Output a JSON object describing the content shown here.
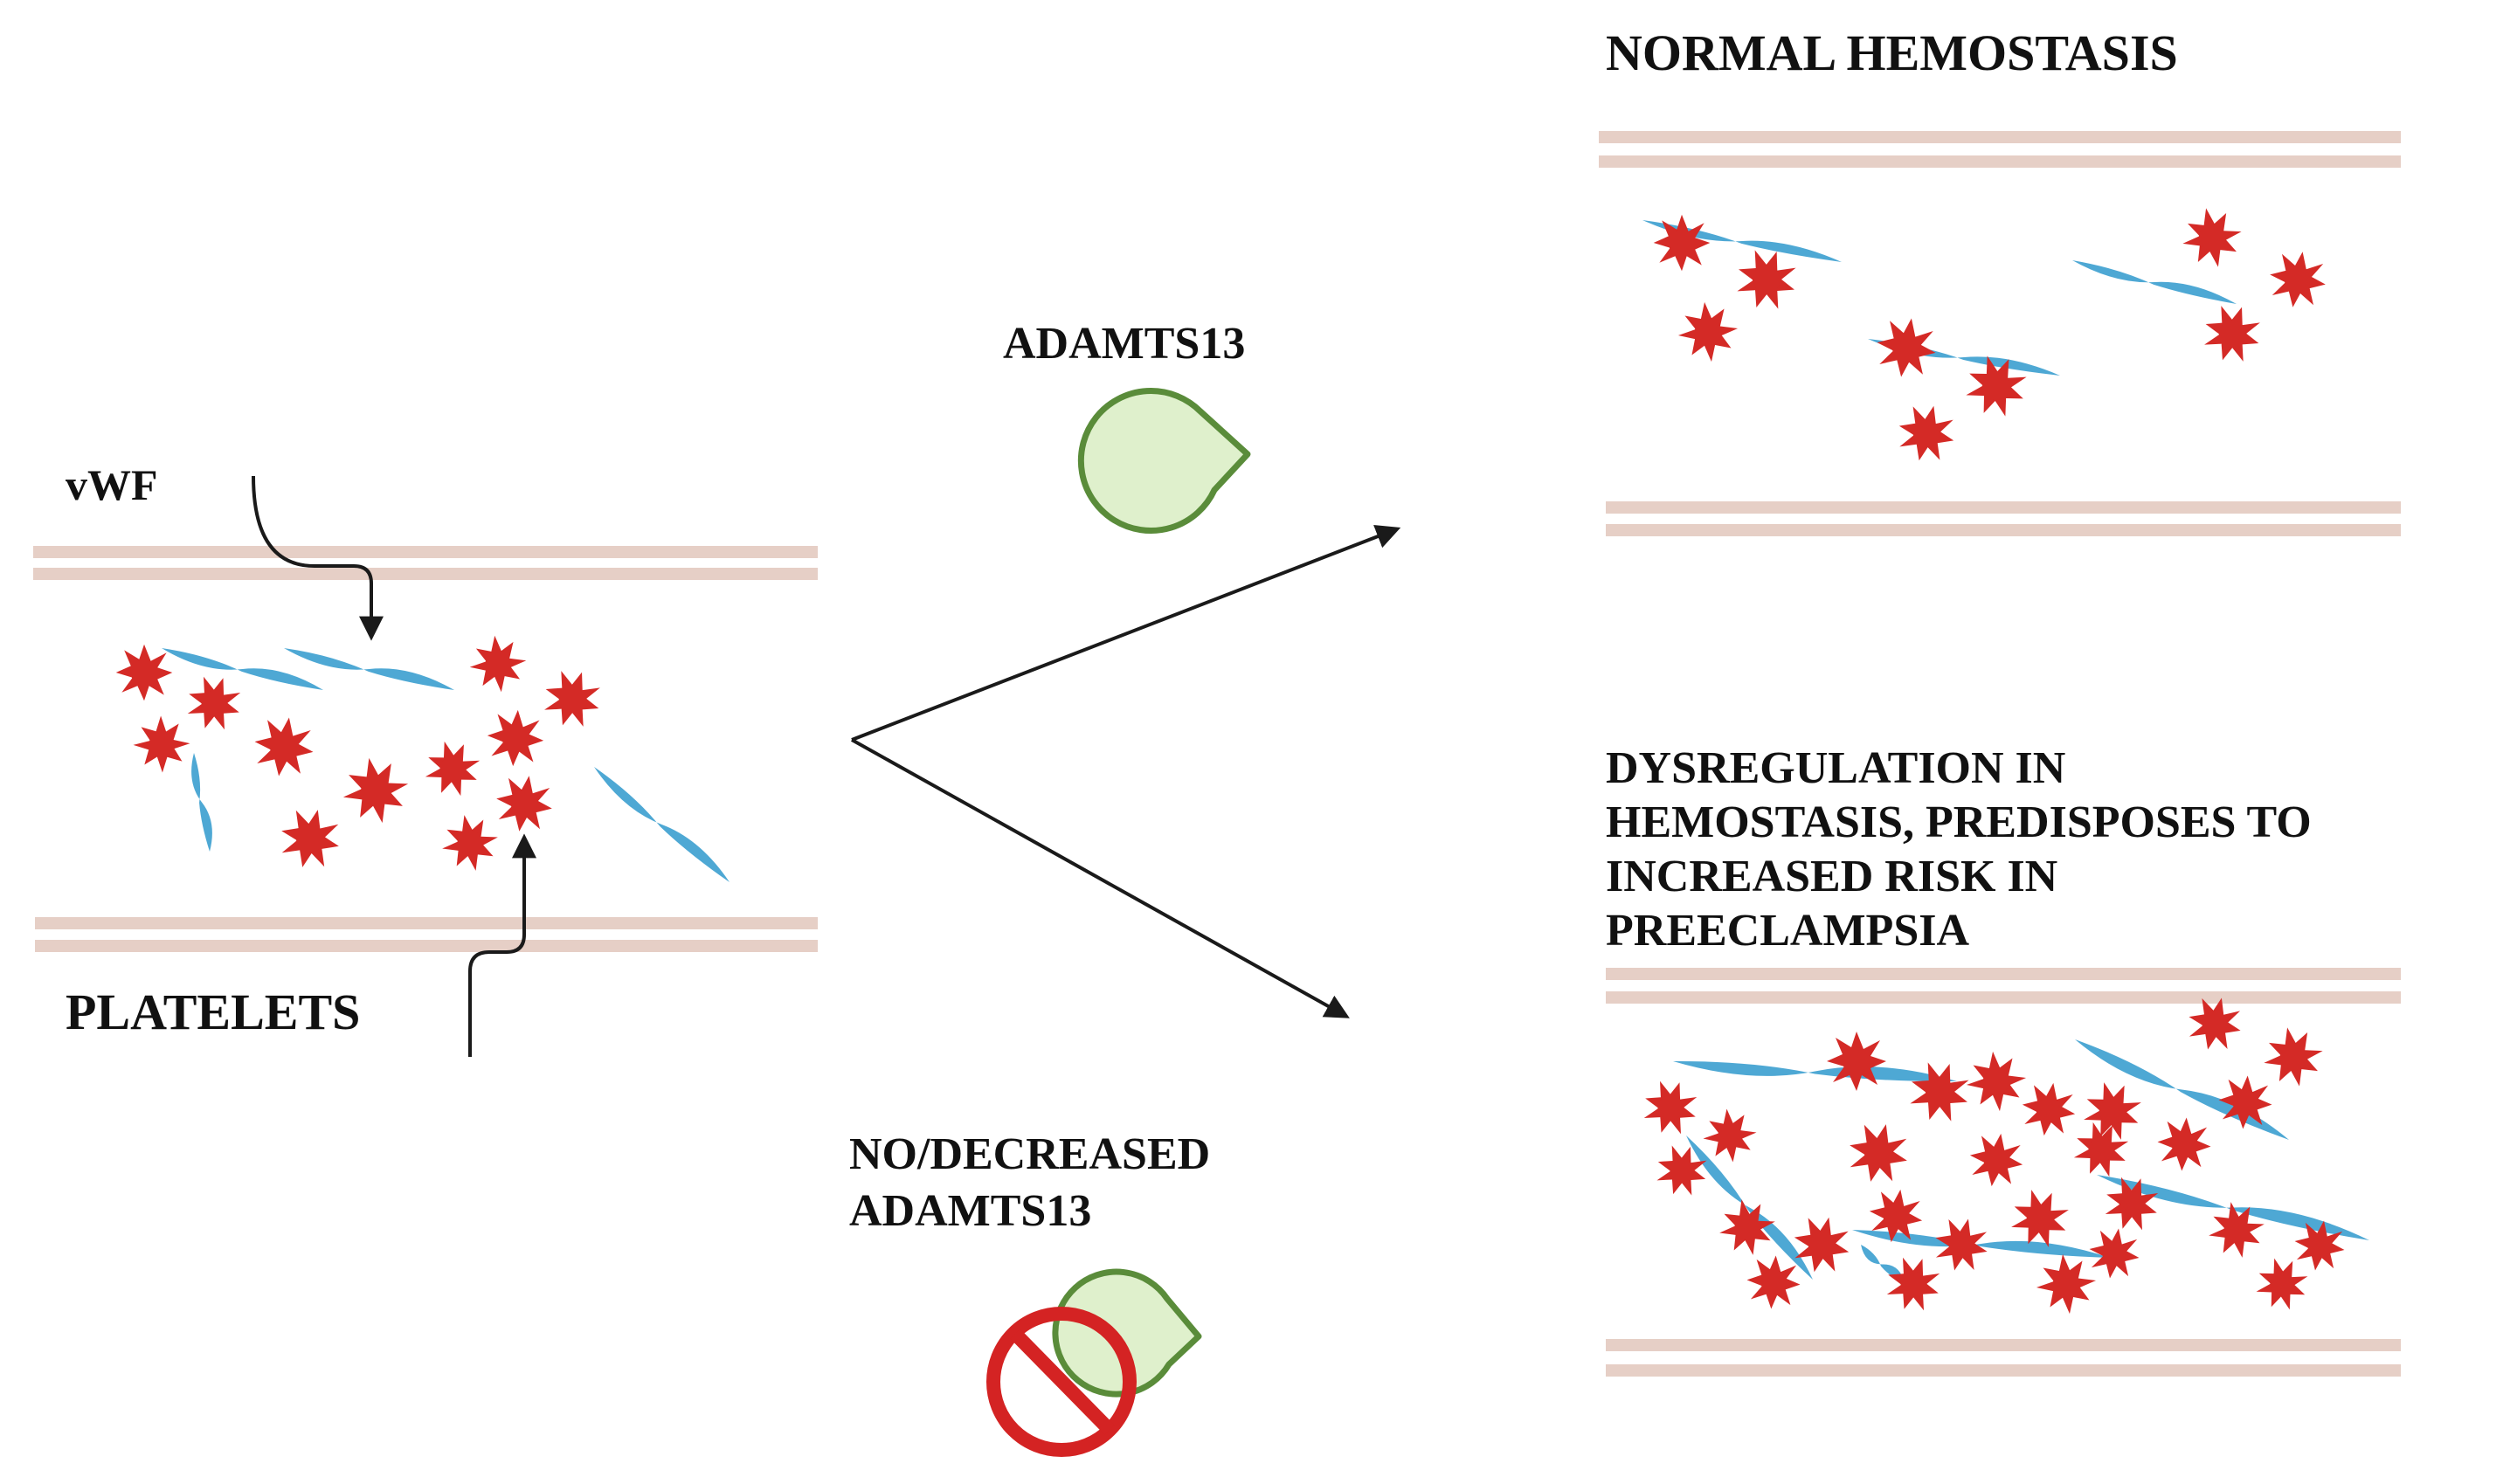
{
  "labels": {
    "vwf": "vWF",
    "platelets": "PLATELETS",
    "adamts13": "ADAMTS13",
    "no_decreased_line1": "NO/DECREASED",
    "no_decreased_line2": "ADAMTS13",
    "normal_title": "NORMAL HEMOSTASIS",
    "dysreg_line1": "DYSREGULATION IN",
    "dysreg_line2": "HEMOSTASIS, PREDISPOSES TO",
    "dysreg_line3": "INCREASED RISK IN",
    "dysreg_line4": "PREECLAMPSIA"
  },
  "colors": {
    "vessel_wall": "#e6cfc6",
    "platelet": "#d42a26",
    "vwf_strand": "#4ea8d4",
    "enzyme_fill": "#dff0cc",
    "enzyme_stroke": "#5a8c3a",
    "inhibit_red": "#d42323",
    "arrow": "#1a1a1a",
    "text": "#111111"
  },
  "icons": [
    "pacman-enzyme-icon",
    "inhibition-sign-icon",
    "platelet-icon",
    "vwf-strand-icon",
    "arrow-icon"
  ]
}
